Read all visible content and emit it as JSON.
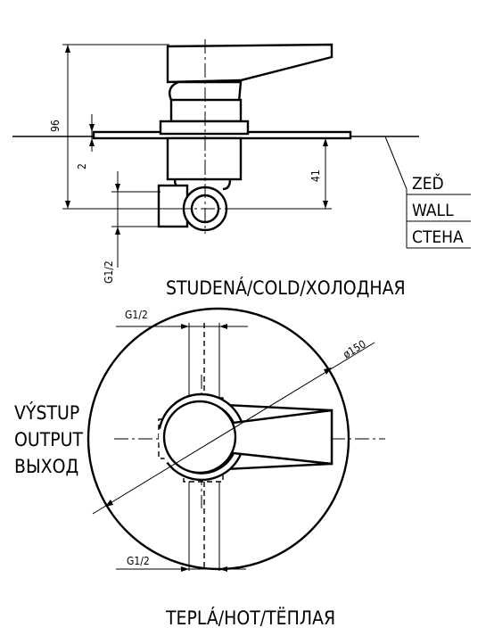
{
  "side_view": {
    "dim_total": "96",
    "dim_plate": "2",
    "dim_depth": "41",
    "thread": "G1/2"
  },
  "wall_labels": [
    "ZEĎ",
    "WALL",
    "СТЕНА"
  ],
  "front_view": {
    "top_label": "STUDENÁ/COLD/ХОЛОДНАЯ",
    "bottom_label": "TEPLÁ/HOT/TËПЛАЯ",
    "output_labels": [
      "VÝSTUP",
      "OUTPUT",
      "ВЫХОД"
    ],
    "diameter": "ø150",
    "thread_top": "G1/2",
    "thread_bottom": "G1/2"
  }
}
